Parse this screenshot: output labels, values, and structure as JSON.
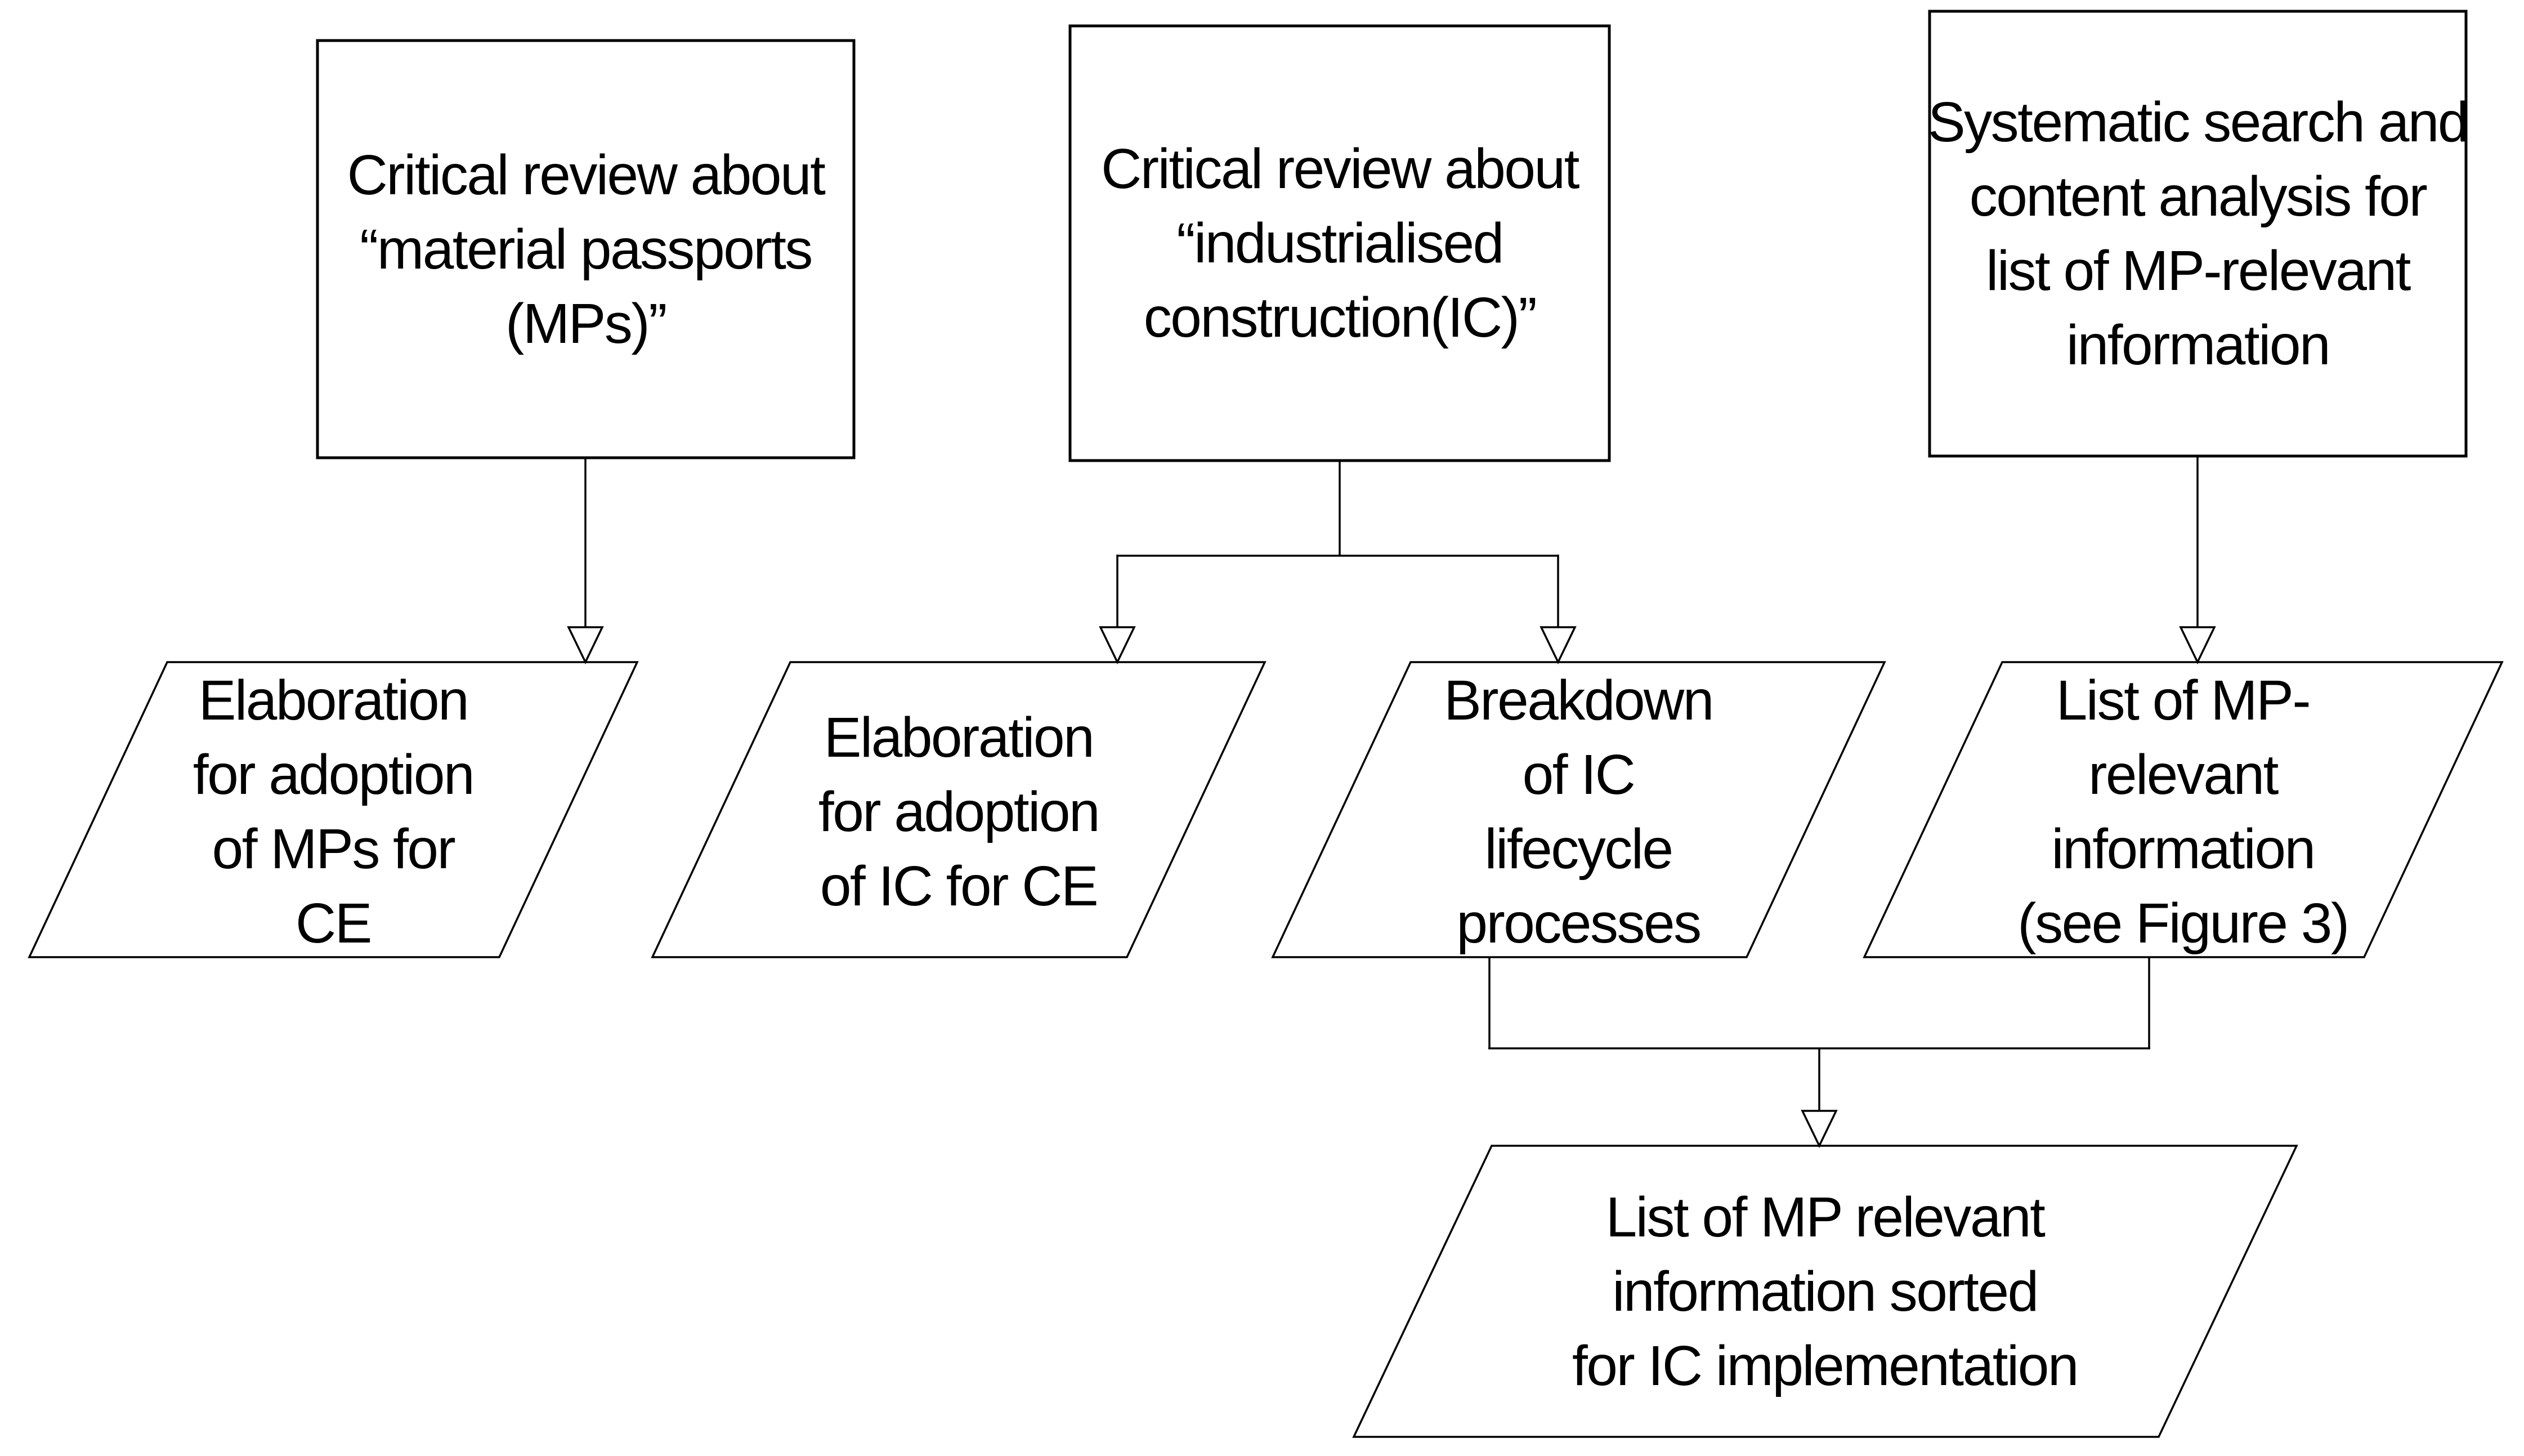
{
  "page": {
    "background": "#ffffff"
  },
  "diagram": {
    "type": "flowchart",
    "stroke_color": "#000000",
    "shape_fill": "#ffffff",
    "nodes": {
      "review_mps": {
        "shape": "rectangle",
        "label": "Critical review about\n“material passports\n(MPs)”"
      },
      "review_ic": {
        "shape": "rectangle",
        "label": "Critical review about\n“industrialised\nconstruction(IC)”"
      },
      "search": {
        "shape": "rectangle",
        "label": "Systematic search and\ncontent analysis for\nlist of MP-relevant\ninformation"
      },
      "adopt_mps": {
        "shape": "parallelogram",
        "label": "Elaboration\nfor adoption\nof MPs for\nCE"
      },
      "adopt_ic": {
        "shape": "parallelogram",
        "label": "Elaboration\nfor adoption\nof IC for CE"
      },
      "breakdown": {
        "shape": "parallelogram",
        "label": "Breakdown\nof IC\nlifecycle\nprocesses"
      },
      "mp_info": {
        "shape": "parallelogram",
        "label": "List of MP-\nrelevant\ninformation\n(see Figure 3)"
      },
      "sorted_list": {
        "shape": "parallelogram",
        "label": "List of MP relevant\ninformation sorted\nfor IC implementation"
      }
    },
    "edges": [
      {
        "from": "review_mps",
        "to": "adopt_mps"
      },
      {
        "from": "review_ic",
        "to": "adopt_ic"
      },
      {
        "from": "review_ic",
        "to": "breakdown"
      },
      {
        "from": "search",
        "to": "mp_info"
      },
      {
        "from": "breakdown",
        "to": "sorted_list"
      },
      {
        "from": "mp_info",
        "to": "sorted_list"
      }
    ]
  }
}
